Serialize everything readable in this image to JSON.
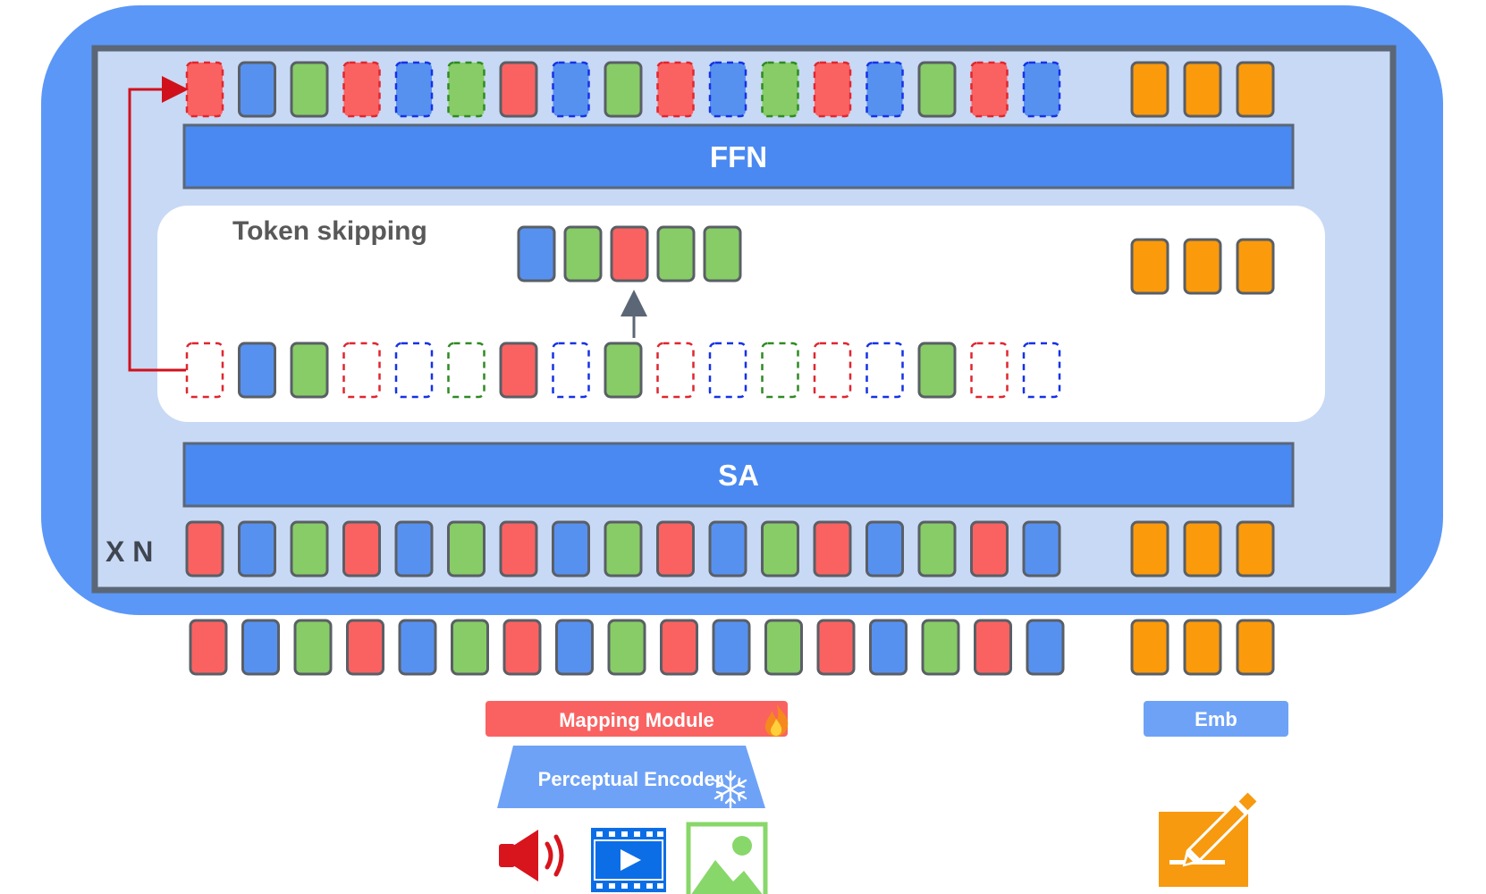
{
  "colors": {
    "outer_blue": "#5b97f7",
    "inner_fill": "#c8d9f5",
    "inner_border": "#5b6776",
    "layer_blue": "#4a89f1",
    "red": "#fa6262",
    "red_stroke": "#e0262f",
    "blue": "#5791f0",
    "blue_stroke": "#1532e6",
    "green": "#87cc66",
    "green_stroke": "#2f8a22",
    "orange": "#fb9a0a",
    "mapping_red": "#fa6262",
    "emb_blue": "#6ea2f7",
    "speaker_red": "#d8141c",
    "video_blue": "#0c6ee6",
    "image_green": "#88d76a",
    "pencil_orange": "#f79a0f",
    "arrow_red": "#d0111c",
    "arrow_gray": "#5b6776"
  },
  "labels": {
    "ffn": "FFN",
    "sa": "SA",
    "token_skipping": "Token skipping",
    "repeat": "X N",
    "mapping_module": "Mapping Module",
    "perceptual_encoder": "Perceptual Encoder",
    "emb": "Emb"
  },
  "sequence_pattern": [
    "R",
    "B",
    "G",
    "R",
    "B",
    "G",
    "R",
    "B",
    "G",
    "R",
    "B",
    "G",
    "R",
    "B",
    "G",
    "R",
    "B"
  ],
  "rows": {
    "input": {
      "kept": [
        true,
        true,
        true,
        true,
        true,
        true,
        true,
        true,
        true,
        true,
        true,
        true,
        true,
        true,
        true,
        true,
        true
      ]
    },
    "after_sa": {
      "kept": [
        true,
        true,
        true,
        true,
        true,
        true,
        true,
        true,
        true,
        true,
        true,
        true,
        true,
        true,
        true,
        true,
        true
      ]
    },
    "skipping": {
      "kept": [
        false,
        true,
        true,
        false,
        false,
        false,
        true,
        false,
        true,
        false,
        false,
        false,
        false,
        false,
        true,
        false,
        false
      ]
    },
    "after_ffn": {
      "kept": [
        false,
        true,
        true,
        false,
        false,
        false,
        true,
        false,
        true,
        false,
        false,
        false,
        false,
        false,
        true,
        false,
        false
      ]
    }
  },
  "selected_tokens": [
    "B",
    "G",
    "R",
    "G",
    "G"
  ],
  "text_token_count": 3,
  "icons": [
    "speaker-icon",
    "video-icon",
    "image-icon",
    "pencil-note-icon",
    "fire-icon",
    "snowflake-icon"
  ]
}
